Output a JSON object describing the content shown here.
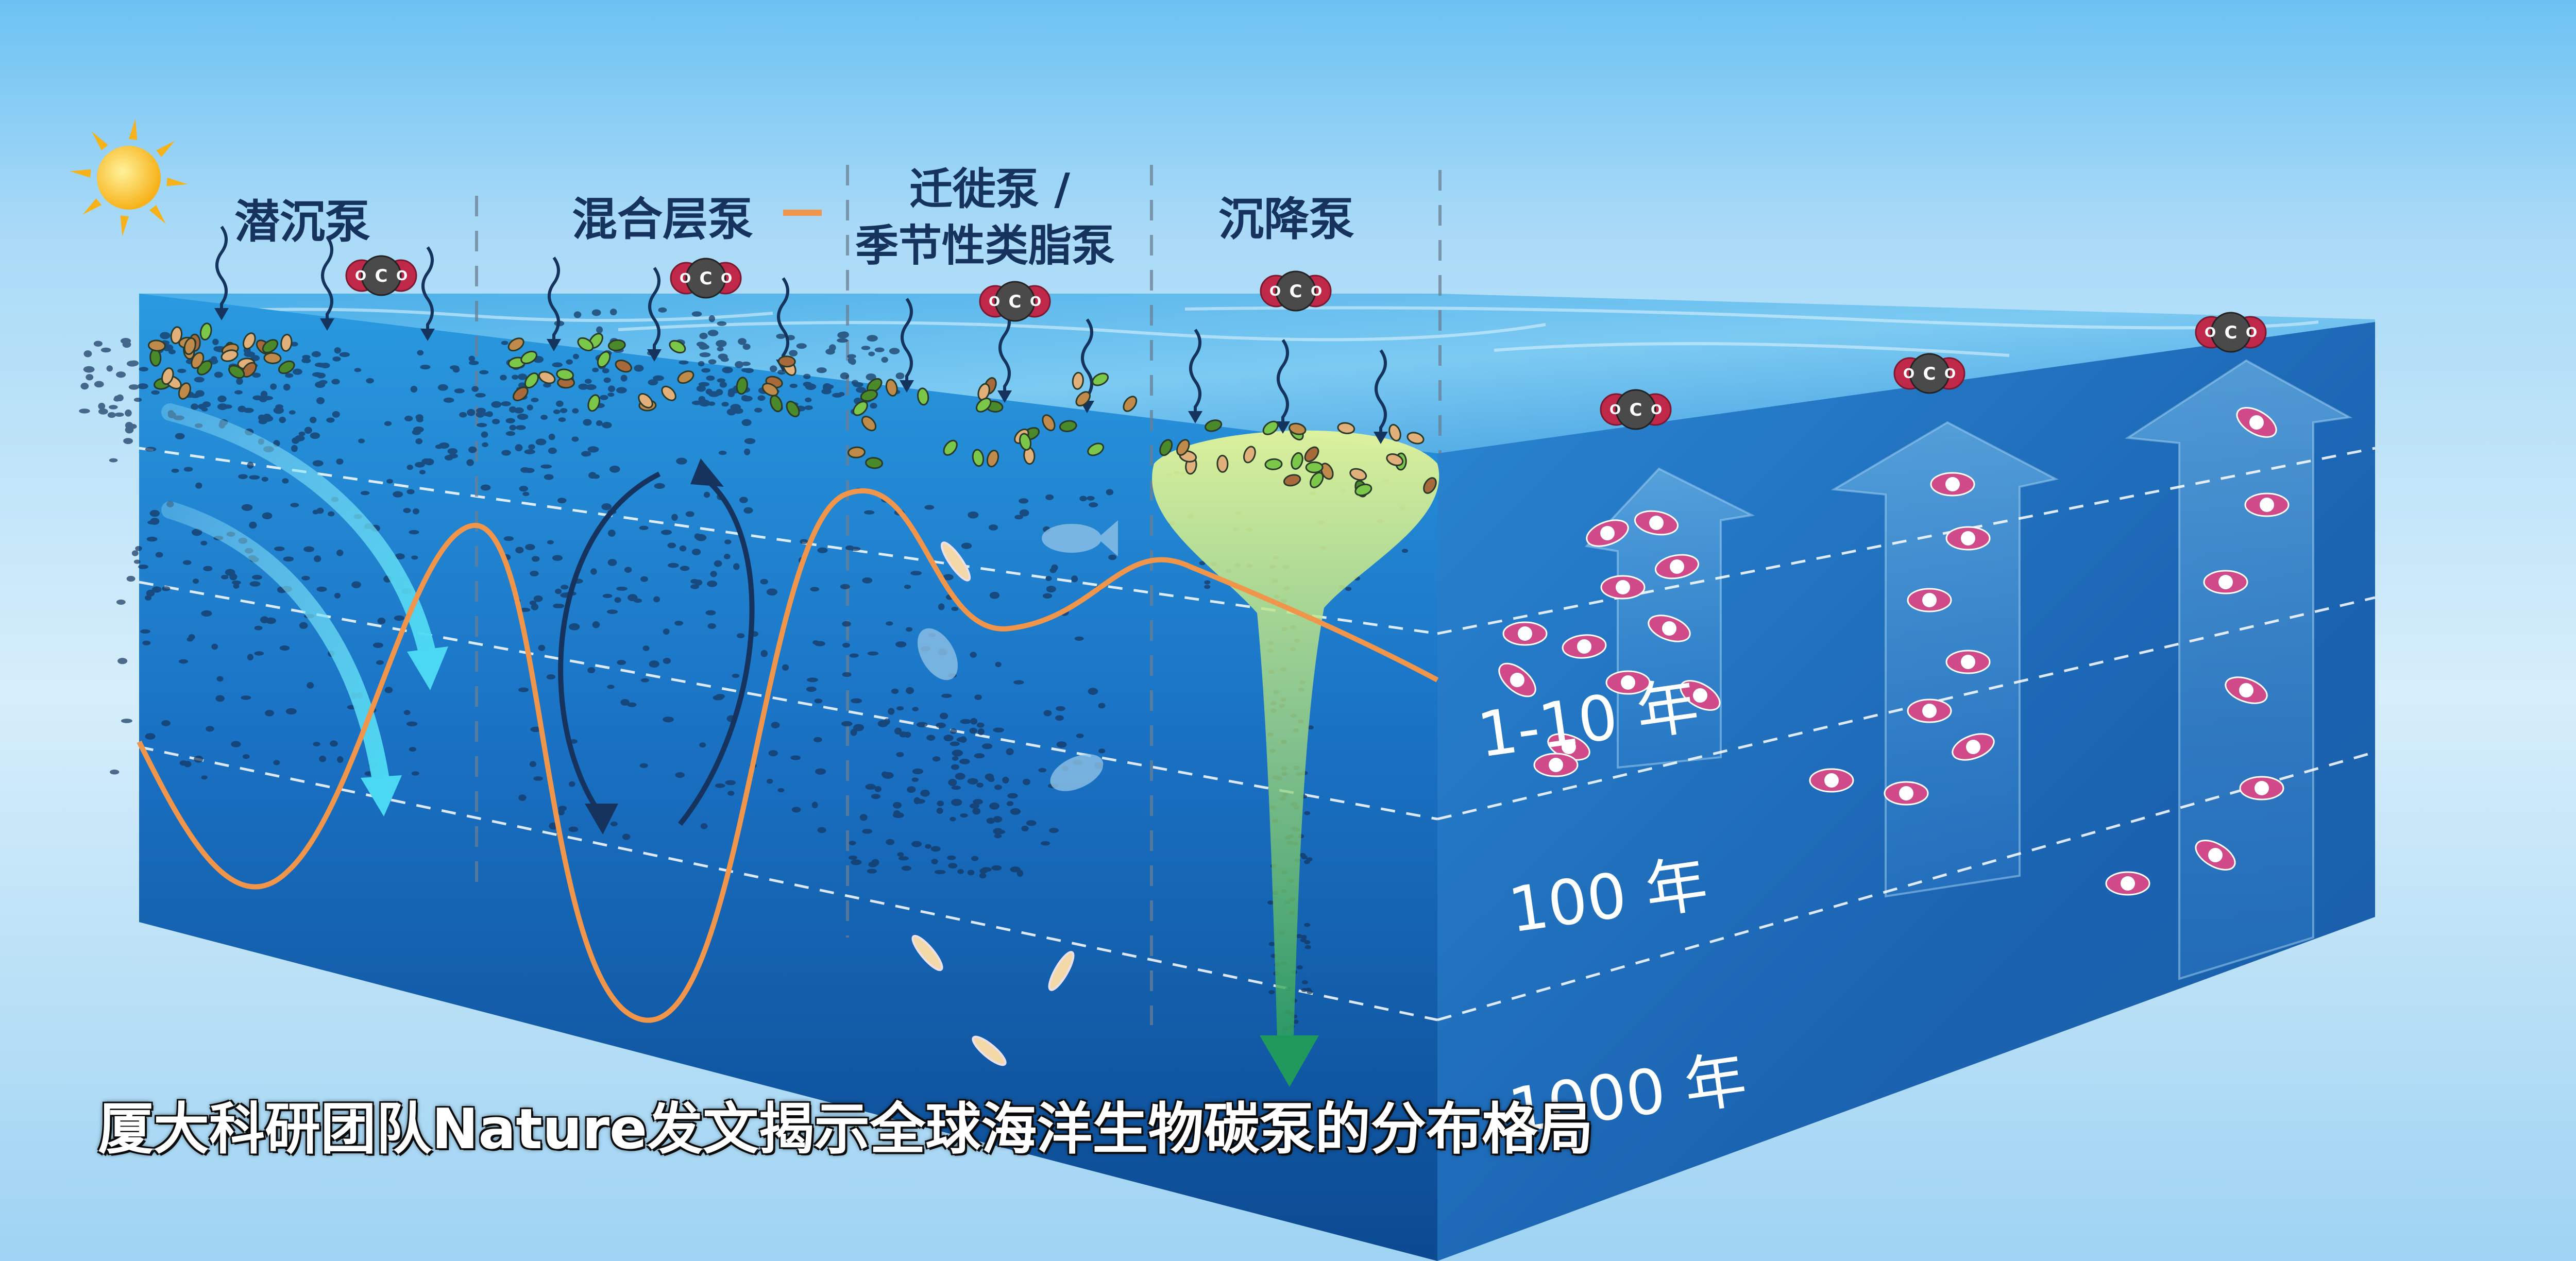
{
  "pumps": [
    {
      "name": "潜沉泵"
    },
    {
      "name": "混合层泵"
    },
    {
      "name": "迁徙泵 /",
      "name_line2": "季节性类脂泵"
    },
    {
      "name": "沉降泵"
    }
  ],
  "co2_label": {
    "c": "C",
    "o": "O"
  },
  "depth_labels": [
    "1-10 年",
    "100 年",
    "1000 年"
  ],
  "caption": "厦大科研团队Nature发文揭示全球海洋生物碳泵的分布格局",
  "colors": {
    "mixed_layer_line": "#f0954a",
    "ocean_front_top": "#1a8ad6",
    "ocean_front_bottom": "#0a4f9a",
    "label_text": "#16335e",
    "subduction_arrow": "#4fd8ef",
    "sinking_funnel": "#d8f08c",
    "co2_carbon": "#4a4a4a",
    "co2_oxygen": "#c0284a"
  },
  "icons": [
    "sun-icon",
    "co2-molecule-icon",
    "light-ray-icon",
    "phytoplankton-icon",
    "fish-icon",
    "shrimp-icon",
    "up-arrow-icon",
    "down-arrow-icon"
  ]
}
